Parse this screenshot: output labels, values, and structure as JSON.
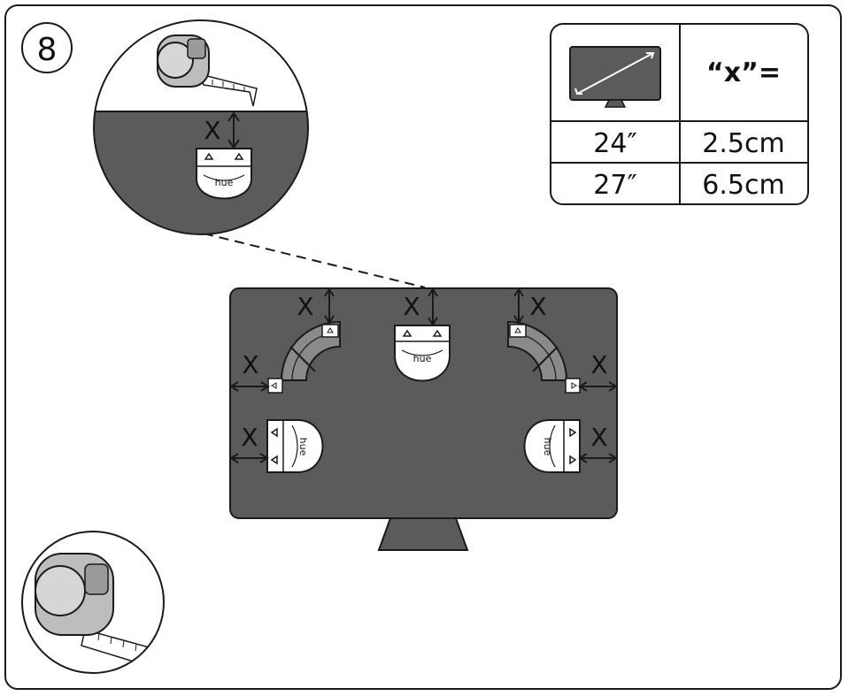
{
  "step": {
    "number": "8"
  },
  "x_label": "X",
  "brand_text": "hue",
  "table": {
    "header_value": "“x”=",
    "rows": [
      {
        "size": "24″",
        "value": "2.5cm"
      },
      {
        "size": "27″",
        "value": "6.5cm"
      }
    ]
  },
  "colors": {
    "screen": "#5b5b5b",
    "outline": "#1a1a1a",
    "stand": "#5b5b5b",
    "module": "#ffffff",
    "tape_body": "#bdbdbd"
  },
  "icons": [
    "tape-measure-icon",
    "monitor-icon",
    "hue-light-module-icon"
  ]
}
